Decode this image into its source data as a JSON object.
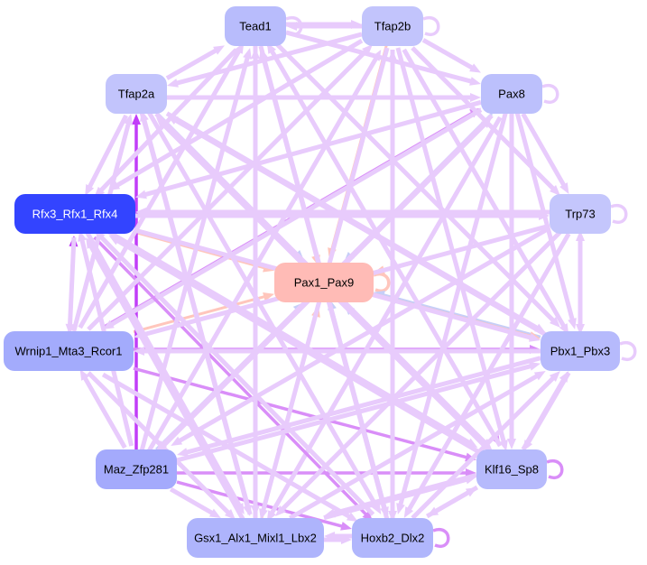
{
  "nodes": [
    {
      "id": "Tead1",
      "label": "Tead1",
      "fill": "#b8bcfc",
      "text": "#000000"
    },
    {
      "id": "Tfap2b",
      "label": "Tfap2b",
      "fill": "#c2c4fc",
      "text": "#000000"
    },
    {
      "id": "Tfap2a",
      "label": "Tfap2a",
      "fill": "#c2c4fc",
      "text": "#000000"
    },
    {
      "id": "Pax8",
      "label": "Pax8",
      "fill": "#bcc0fc",
      "text": "#000000"
    },
    {
      "id": "Rfx3",
      "label": "Rfx3_Rfx1_Rfx4",
      "fill": "#3344ff",
      "text": "#ffffff"
    },
    {
      "id": "Trp73",
      "label": "Trp73",
      "fill": "#c4c6fc",
      "text": "#000000"
    },
    {
      "id": "Pax1",
      "label": "Pax1_Pax9",
      "fill": "#ffbbb6",
      "text": "#000000"
    },
    {
      "id": "Wrnip1",
      "label": "Wrnip1_Mta3_Rcor1",
      "fill": "#a3abfc",
      "text": "#000000"
    },
    {
      "id": "Pbx1",
      "label": "Pbx1_Pbx3",
      "fill": "#b6bafc",
      "text": "#000000"
    },
    {
      "id": "Maz",
      "label": "Maz_Zfp281",
      "fill": "#a4aafc",
      "text": "#000000"
    },
    {
      "id": "Klf16",
      "label": "Klf16_Sp8",
      "fill": "#b6bafc",
      "text": "#000000"
    },
    {
      "id": "Gsx1",
      "label": "Gsx1_Alx1_Mixl1_Lbx2",
      "fill": "#aeb4fc",
      "text": "#000000"
    },
    {
      "id": "Hoxb2",
      "label": "Hoxb2_Dlx2",
      "fill": "#b0b6fc",
      "text": "#000000"
    }
  ],
  "edge_colors": {
    "light": "#e8cbfc",
    "medium": "#d98ef8",
    "strong": "#c13ef8",
    "peach": "#ffc6bc",
    "blue": "#c6cef8"
  },
  "edges": [
    [
      "Tead1",
      "Tead1",
      "light"
    ],
    [
      "Tfap2b",
      "Tfap2b",
      "light"
    ],
    [
      "Pax8",
      "Pax8",
      "light"
    ],
    [
      "Trp73",
      "Trp73",
      "light"
    ],
    [
      "Pbx1",
      "Pbx1",
      "light"
    ],
    [
      "Klf16",
      "Klf16",
      "medium"
    ],
    [
      "Hoxb2",
      "Hoxb2",
      "medium"
    ],
    [
      "Pax1",
      "Pax1",
      "peach"
    ],
    [
      "Gsx1",
      "Hoxb2",
      "light"
    ],
    [
      "Tead1",
      "Pax1",
      "peach"
    ],
    [
      "Tfap2b",
      "Pax1",
      "peach"
    ],
    [
      "Tfap2a",
      "Pax1",
      "blue"
    ],
    [
      "Pax8",
      "Pax1",
      "blue"
    ],
    [
      "Rfx3",
      "Pax1",
      "peach"
    ],
    [
      "Trp73",
      "Pax1",
      "peach"
    ],
    [
      "Pbx1",
      "Pax1",
      "blue"
    ],
    [
      "Wrnip1",
      "Pax1",
      "peach"
    ],
    [
      "Maz",
      "Pax1",
      "blue"
    ],
    [
      "Klf16",
      "Pax1",
      "blue"
    ],
    [
      "Gsx1",
      "Pax1",
      "peach"
    ],
    [
      "Hoxb2",
      "Pax1",
      "blue"
    ],
    [
      "Pax1",
      "Pbx1",
      "peach"
    ],
    [
      "Maz",
      "Tfap2a",
      "strong"
    ],
    [
      "Wrnip1",
      "Rfx3",
      "strong"
    ],
    [
      "Rfx3",
      "Wrnip1",
      "light"
    ],
    [
      "Wrnip1",
      "Pax8",
      "medium"
    ],
    [
      "Wrnip1",
      "Pbx1",
      "medium"
    ],
    [
      "Wrnip1",
      "Klf16",
      "medium"
    ],
    [
      "Maz",
      "Hoxb2",
      "medium"
    ],
    [
      "Maz",
      "Klf16",
      "medium"
    ],
    [
      "Tead1",
      "Klf16",
      "medium"
    ],
    [
      "Tead1",
      "Tfap2b",
      "light"
    ],
    [
      "Tfap2b",
      "Tead1",
      "light"
    ],
    [
      "Tfap2a",
      "Tead1",
      "light"
    ],
    [
      "Tfap2a",
      "Pax8",
      "light"
    ],
    [
      "Tfap2b",
      "Pax8",
      "light"
    ],
    [
      "Tead1",
      "Pax8",
      "light"
    ],
    [
      "Tfap2b",
      "Tfap2a",
      "light"
    ],
    [
      "Tfap2a",
      "Rfx3",
      "light"
    ],
    [
      "Tead1",
      "Rfx3",
      "light"
    ],
    [
      "Tfap2b",
      "Rfx3",
      "light"
    ],
    [
      "Trp73",
      "Rfx3",
      "light"
    ],
    [
      "Pax8",
      "Trp73",
      "light"
    ],
    [
      "Tfap2b",
      "Trp73",
      "light"
    ],
    [
      "Trp73",
      "Pbx1",
      "light"
    ],
    [
      "Pbx1",
      "Trp73",
      "light"
    ],
    [
      "Pax8",
      "Pbx1",
      "light"
    ],
    [
      "Pax8",
      "Klf16",
      "light"
    ],
    [
      "Tfap2b",
      "Klf16",
      "light"
    ],
    [
      "Tfap2b",
      "Pbx1",
      "light"
    ],
    [
      "Tead1",
      "Pbx1",
      "light"
    ],
    [
      "Tead1",
      "Gsx1",
      "light"
    ],
    [
      "Tead1",
      "Hoxb2",
      "light"
    ],
    [
      "Tfap2b",
      "Gsx1",
      "light"
    ],
    [
      "Tfap2b",
      "Hoxb2",
      "light"
    ],
    [
      "Tfap2a",
      "Hoxb2",
      "light"
    ],
    [
      "Tfap2a",
      "Gsx1",
      "light"
    ],
    [
      "Tfap2a",
      "Klf16",
      "light"
    ],
    [
      "Tfap2a",
      "Pbx1",
      "light"
    ],
    [
      "Pax8",
      "Gsx1",
      "light"
    ],
    [
      "Pax8",
      "Hoxb2",
      "light"
    ],
    [
      "Pax8",
      "Wrnip1",
      "light"
    ],
    [
      "Pax8",
      "Rfx3",
      "light"
    ],
    [
      "Pax8",
      "Maz",
      "light"
    ],
    [
      "Rfx3",
      "Hoxb2",
      "medium"
    ],
    [
      "Rfx3",
      "Gsx1",
      "light"
    ],
    [
      "Rfx3",
      "Klf16",
      "light"
    ],
    [
      "Rfx3",
      "Pbx1",
      "light"
    ],
    [
      "Rfx3",
      "Trp73",
      "light"
    ],
    [
      "Trp73",
      "Wrnip1",
      "light"
    ],
    [
      "Trp73",
      "Maz",
      "light"
    ],
    [
      "Trp73",
      "Gsx1",
      "light"
    ],
    [
      "Trp73",
      "Hoxb2",
      "light"
    ],
    [
      "Wrnip1",
      "Gsx1",
      "light"
    ],
    [
      "Wrnip1",
      "Hoxb2",
      "light"
    ],
    [
      "Wrnip1",
      "Tead1",
      "light"
    ],
    [
      "Wrnip1",
      "Tfap2b",
      "light"
    ],
    [
      "Wrnip1",
      "Tfap2a",
      "light"
    ],
    [
      "Maz",
      "Tead1",
      "light"
    ],
    [
      "Maz",
      "Tfap2b",
      "light"
    ],
    [
      "Maz",
      "Rfx3",
      "light"
    ],
    [
      "Maz",
      "Wrnip1",
      "light"
    ],
    [
      "Maz",
      "Gsx1",
      "light"
    ],
    [
      "Maz",
      "Pbx1",
      "light"
    ],
    [
      "Maz",
      "Pax8",
      "light"
    ],
    [
      "Klf16",
      "Gsx1",
      "light"
    ],
    [
      "Klf16",
      "Hoxb2",
      "light"
    ],
    [
      "Klf16",
      "Pbx1",
      "light"
    ],
    [
      "Klf16",
      "Rfx3",
      "light"
    ],
    [
      "Klf16",
      "Tfap2a",
      "light"
    ],
    [
      "Klf16",
      "Tead1",
      "light"
    ],
    [
      "Gsx1",
      "Klf16",
      "light"
    ],
    [
      "Gsx1",
      "Pbx1",
      "light"
    ],
    [
      "Gsx1",
      "Tead1",
      "light"
    ],
    [
      "Gsx1",
      "Rfx3",
      "light"
    ],
    [
      "Gsx1",
      "Tfap2a",
      "light"
    ],
    [
      "Hoxb2",
      "Klf16",
      "light"
    ],
    [
      "Hoxb2",
      "Pbx1",
      "light"
    ],
    [
      "Hoxb2",
      "Tead1",
      "light"
    ],
    [
      "Hoxb2",
      "Tfap2b",
      "light"
    ],
    [
      "Hoxb2",
      "Rfx3",
      "light"
    ],
    [
      "Hoxb2",
      "Gsx1",
      "light"
    ],
    [
      "Pbx1",
      "Wrnip1",
      "light"
    ],
    [
      "Pbx1",
      "Klf16",
      "light"
    ],
    [
      "Pbx1",
      "Tfap2a",
      "light"
    ],
    [
      "Pbx1",
      "Maz",
      "light"
    ]
  ]
}
